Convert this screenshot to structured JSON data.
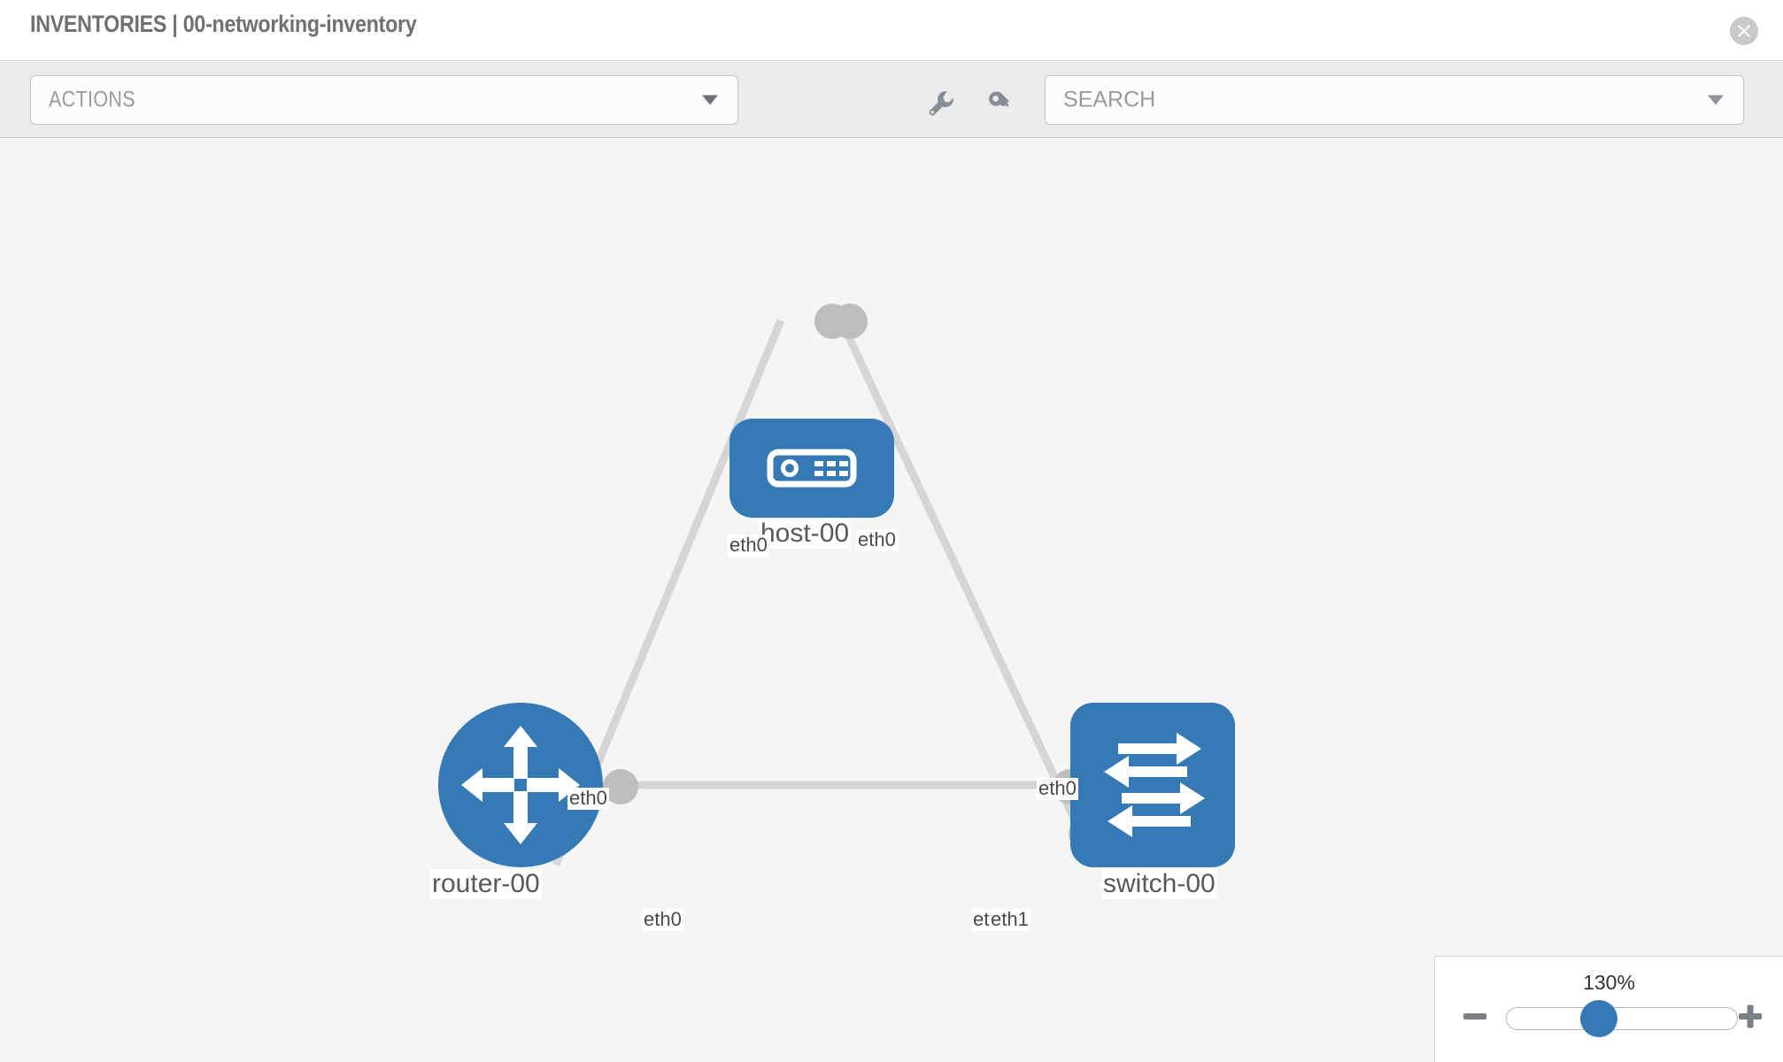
{
  "header": {
    "title": "INVENTORIES | 00-networking-inventory",
    "close_icon": "close-circle-icon"
  },
  "toolbar": {
    "actions_label": "ACTIONS",
    "search_placeholder": "SEARCH",
    "wrench_icon": "wrench-icon",
    "key_icon": "key-icon",
    "caret_icon": "chevron-down-icon"
  },
  "topology": {
    "nodes": [
      {
        "id": "host-00",
        "label": "host-00",
        "type": "host",
        "glyph": "server-icon"
      },
      {
        "id": "router-00",
        "label": "router-00",
        "type": "router",
        "glyph": "router-arrows-icon"
      },
      {
        "id": "switch-00",
        "label": "switch-00",
        "type": "switch",
        "glyph": "switch-arrows-icon"
      }
    ],
    "links": [
      {
        "from": "host-00",
        "from_iface": "eth0",
        "to": "router-00",
        "to_iface": "eth0"
      },
      {
        "from": "host-00",
        "from_iface": "eth0",
        "to": "switch-00",
        "to_iface": "eth0"
      },
      {
        "from": "router-00",
        "from_iface": "eth0",
        "to": "switch-00",
        "to_iface": "eth1"
      }
    ],
    "interface_labels": {
      "host_left": "eth0",
      "host_right": "eth0",
      "router_up": "eth0",
      "router_right": "eth0",
      "switch_up": "eth0",
      "switch_left_hidden": "eth0",
      "switch_left": "eth1"
    }
  },
  "zoom_control": {
    "level": "130%",
    "minus_label": "zoom-out",
    "plus_label": "zoom-in"
  },
  "colors": {
    "node_blue": "#357ab5",
    "canvas_bg": "#f5f5f5",
    "toolbar_bg": "#ebebeb",
    "link_gray": "#d5d5d5",
    "nub_gray": "#bdbdbd"
  }
}
